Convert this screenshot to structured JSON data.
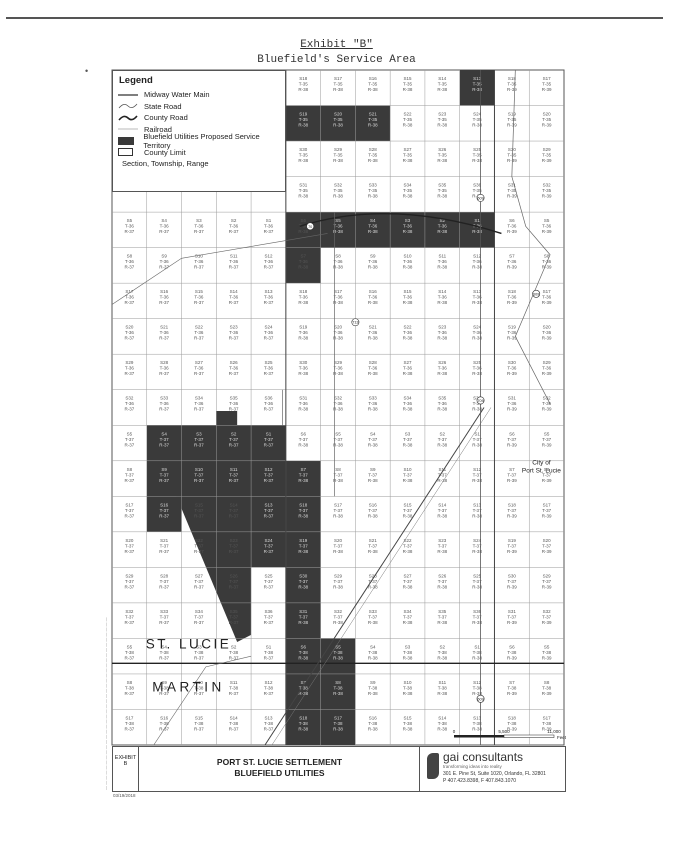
{
  "header": {
    "exhibit_title": "Exhibit \"B\"",
    "subtitle": "Bluefield's Service Area"
  },
  "legend": {
    "title": "Legend",
    "items": [
      {
        "symbol": "line",
        "label": "Midway Water Main"
      },
      {
        "symbol": "state-road",
        "label": "State Road"
      },
      {
        "symbol": "county-road",
        "label": "County Road"
      },
      {
        "symbol": "thin-line",
        "label": "Railroad"
      },
      {
        "symbol": "dark-fill",
        "label": "Bluefield Utilities Proposed Service Territory"
      },
      {
        "symbol": "box",
        "label": "County Limit"
      },
      {
        "symbol": "none",
        "label": "Section, Township, Range"
      }
    ]
  },
  "map": {
    "county_north": "ST. LUCIE",
    "county_south": "MARTIN",
    "city_label": "City of Port St. Lucie",
    "road_badges": [
      "70",
      "609",
      "713",
      "609",
      "709",
      "609"
    ],
    "colors": {
      "territory": "#3a3a3a",
      "grid": "#9a9a9a",
      "lines": "#444444"
    },
    "section_rows": [
      {
        "t": "T-35",
        "sections": [
          "S18",
          "S17",
          "S16",
          "S15",
          "S14",
          "S13",
          "S18",
          "S17"
        ],
        "west_range": "R-38"
      },
      {
        "t": "T-35",
        "sections": [
          "S19",
          "S20",
          "S21",
          "S22",
          "S23",
          "S24",
          "S19",
          "S20"
        ],
        "west_range": "R-38"
      },
      {
        "t": "T-35",
        "sections": [
          "S30",
          "S29",
          "S28",
          "S27",
          "S26",
          "S25",
          "S30",
          "S29"
        ],
        "west_range": "R-38"
      },
      {
        "t": "T-35",
        "sections": [
          "S31",
          "S32",
          "S33",
          "S34",
          "S35",
          "S36",
          "S31",
          "S32"
        ],
        "west_range": "R-38"
      },
      {
        "t": "T-36",
        "sections": [
          "S5",
          "S4",
          "S3",
          "S2",
          "S1",
          "S6",
          "S5",
          "S4",
          "S3",
          "S2",
          "S1",
          "S6",
          "S5"
        ],
        "west_range": "R-37"
      },
      {
        "t": "T-36",
        "sections": [
          "S8",
          "S9",
          "S10",
          "S11",
          "S12",
          "S7",
          "S8",
          "S9",
          "S10",
          "S11",
          "S12",
          "S7",
          "S8"
        ],
        "west_range": "R-37"
      },
      {
        "t": "T-36",
        "sections": [
          "S17",
          "S16",
          "S15",
          "S14",
          "S13",
          "S18",
          "S17",
          "S16",
          "S15",
          "S14",
          "S13",
          "S18",
          "S17"
        ],
        "west_range": "R-37"
      },
      {
        "t": "T-36",
        "sections": [
          "S20",
          "S21",
          "S22",
          "S23",
          "S24",
          "S19",
          "S20",
          "S21",
          "S22",
          "S23",
          "S24",
          "S19",
          "S20"
        ],
        "west_range": "R-37"
      },
      {
        "t": "T-36",
        "sections": [
          "S29",
          "S28",
          "S27",
          "S26",
          "S25",
          "S30",
          "S29",
          "S28",
          "S27",
          "S26",
          "S25",
          "S30",
          "S29"
        ],
        "west_range": "R-37"
      },
      {
        "t": "T-36",
        "sections": [
          "S32",
          "S33",
          "S34",
          "S35",
          "S36",
          "S31",
          "S32",
          "S33",
          "S34",
          "S35",
          "S36",
          "S31",
          "S32"
        ],
        "west_range": "R-37"
      },
      {
        "t": "T-37",
        "sections": [
          "S5",
          "S4",
          "S3",
          "S2",
          "S1",
          "S6",
          "S5",
          "S4",
          "S3",
          "S2",
          "S1",
          "S6",
          "S5"
        ],
        "west_range": "R-37"
      },
      {
        "t": "T-37",
        "sections": [
          "S8",
          "S9",
          "S10",
          "S11",
          "S12",
          "S7",
          "S8",
          "S9",
          "S10",
          "S11",
          "S12",
          "S7",
          "S8"
        ],
        "west_range": "R-37"
      },
      {
        "t": "T-37",
        "sections": [
          "S17",
          "S16",
          "S15",
          "S14",
          "S13",
          "S18",
          "S17",
          "S16",
          "S15",
          "S14",
          "S13",
          "S18",
          "S17"
        ],
        "west_range": "R-37"
      },
      {
        "t": "T-37",
        "sections": [
          "S20",
          "S21",
          "S22",
          "S23",
          "S24",
          "S19",
          "S20",
          "S21",
          "S22",
          "S23",
          "S24",
          "S19",
          "S20"
        ],
        "west_range": "R-37"
      },
      {
        "t": "T-37",
        "sections": [
          "S29",
          "S28",
          "S27",
          "S26",
          "S25",
          "S30",
          "S29",
          "S28",
          "S27",
          "S26",
          "S25",
          "S30",
          "S29"
        ],
        "west_range": "R-37"
      },
      {
        "t": "T-37",
        "sections": [
          "S32",
          "S33",
          "S34",
          "S35",
          "S36",
          "S31",
          "S32",
          "S33",
          "S34",
          "S35",
          "S36",
          "S31",
          "S32"
        ],
        "west_range": "R-37"
      },
      {
        "t": "T-38",
        "sections": [
          "S5",
          "S4",
          "S3",
          "S2",
          "S1",
          "S6",
          "S5",
          "S4",
          "S3",
          "S2",
          "S1",
          "S6",
          "S5"
        ],
        "west_range": "R-37"
      },
      {
        "t": "T-38",
        "sections": [
          "S8",
          "S9",
          "S10",
          "S11",
          "S12",
          "S7",
          "S8",
          "S9",
          "S10",
          "S11",
          "S12",
          "S7",
          "S8"
        ],
        "west_range": "R-37"
      },
      {
        "t": "T-38",
        "sections": [
          "S17",
          "S16",
          "S15",
          "S14",
          "S13",
          "S18",
          "S17",
          "S16",
          "S15",
          "S14",
          "S13",
          "S18",
          "S17"
        ],
        "west_range": "R-37"
      }
    ],
    "ranges": [
      "R-37",
      "R-37",
      "R-37",
      "R-37",
      "R-37",
      "R-38",
      "R-38",
      "R-38",
      "R-38",
      "R-38",
      "R-38",
      "R-39",
      "R-39"
    ]
  },
  "scale_bar": {
    "labels": [
      "0",
      "5,500",
      "11,000"
    ],
    "unit": "Feet"
  },
  "title_block": {
    "exhibit": "EXHIBIT",
    "exhibit_letter": "B",
    "line1": "PORT ST. LUCIE SETTLEMENT",
    "line2": "BLUEFIELD UTILITIES",
    "company": "gai consultants",
    "tagline": "transforming ideas into reality",
    "address": "301 E. Pine St, Suite 1020, Orlando, FL 32801",
    "phone": "P 407.423.8398, F 407.843.1070",
    "date": "03/19/2018"
  }
}
